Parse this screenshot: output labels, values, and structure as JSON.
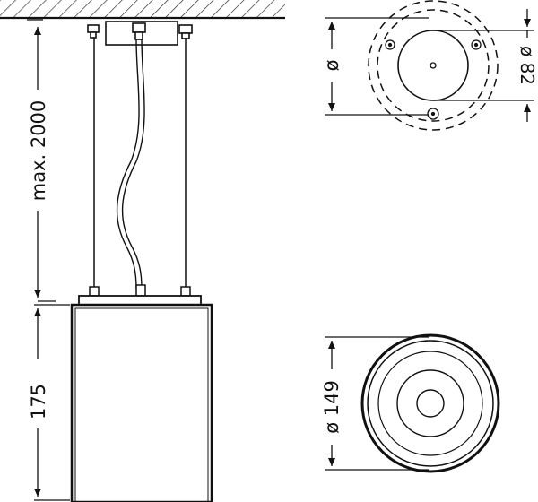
{
  "side_view": {
    "label_suspension": "max. 2000",
    "label_height": "175"
  },
  "top_view_canopy": {
    "label_diameter_symbol": "ø",
    "label_diameter": "ø 82"
  },
  "bottom_view_luminaire": {
    "label_diameter": "ø 149"
  }
}
